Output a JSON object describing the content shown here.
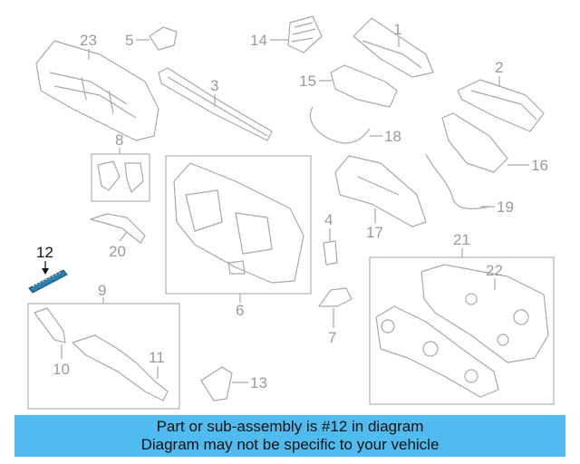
{
  "callouts": {
    "c1": "1",
    "c2": "2",
    "c3": "3",
    "c4": "4",
    "c5": "5",
    "c6": "6",
    "c7": "7",
    "c8": "8",
    "c9": "9",
    "c10": "10",
    "c11": "11",
    "c12": "12",
    "c13": "13",
    "c14": "14",
    "c15": "15",
    "c16": "16",
    "c17": "17",
    "c18": "18",
    "c19": "19",
    "c20": "20",
    "c21": "21",
    "c22": "22",
    "c23": "23"
  },
  "highlighted_part": "12",
  "colors": {
    "banner": "#4fbbee",
    "parts": "#a8a8a8",
    "highlight": "#111111",
    "highlight_part": "#2e7fb0"
  },
  "banner": {
    "line1": "Part or sub-assembly is #12 in diagram",
    "line2": "Diagram may not be specific to your vehicle"
  }
}
